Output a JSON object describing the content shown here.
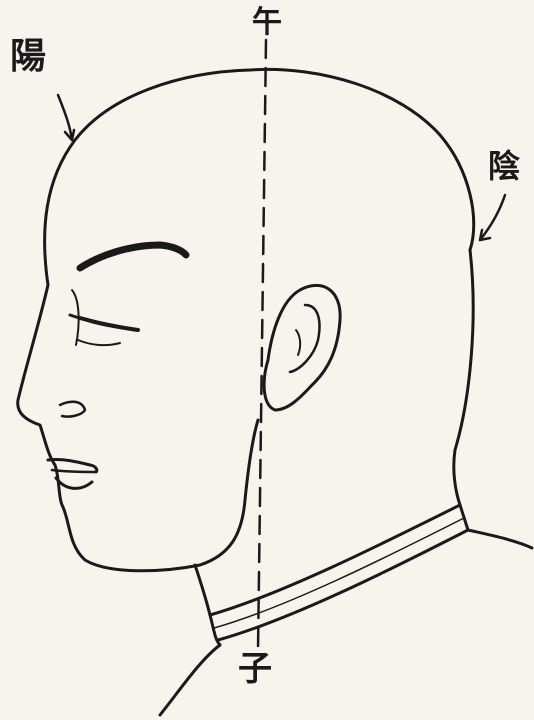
{
  "labels": {
    "yang": "陽",
    "yin": "陰",
    "wu": "午",
    "zi": "子"
  },
  "colors": {
    "paper": "#f7f4ee",
    "ink": "#1a1a1a"
  }
}
